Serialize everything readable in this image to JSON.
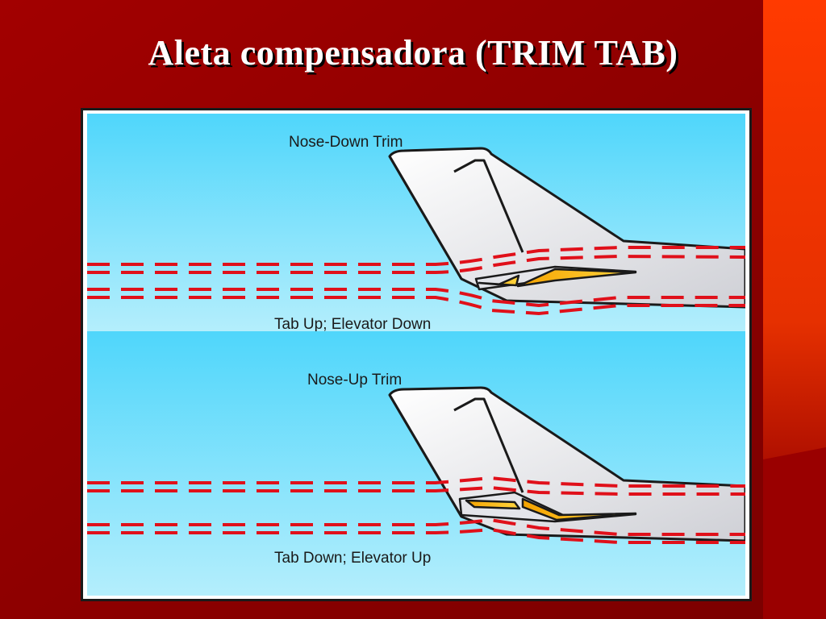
{
  "slide": {
    "title": "Aleta compensadora (TRIM TAB)"
  },
  "panels": [
    {
      "heading": "Nose-Down Trim",
      "caption": "Tab Up; Elevator Down"
    },
    {
      "heading": "Nose-Up Trim",
      "caption": "Tab Down; Elevator Up"
    }
  ],
  "colors": {
    "slide_background": "#8a0000",
    "slide_accent": "#ff3a00",
    "sky_top": "#4fd6fb",
    "sky_bottom": "#b4eefc",
    "airflow_dashes": "#e0101a",
    "tail_fill": "#f2f2f4",
    "tab_fill": "#f5a300"
  }
}
